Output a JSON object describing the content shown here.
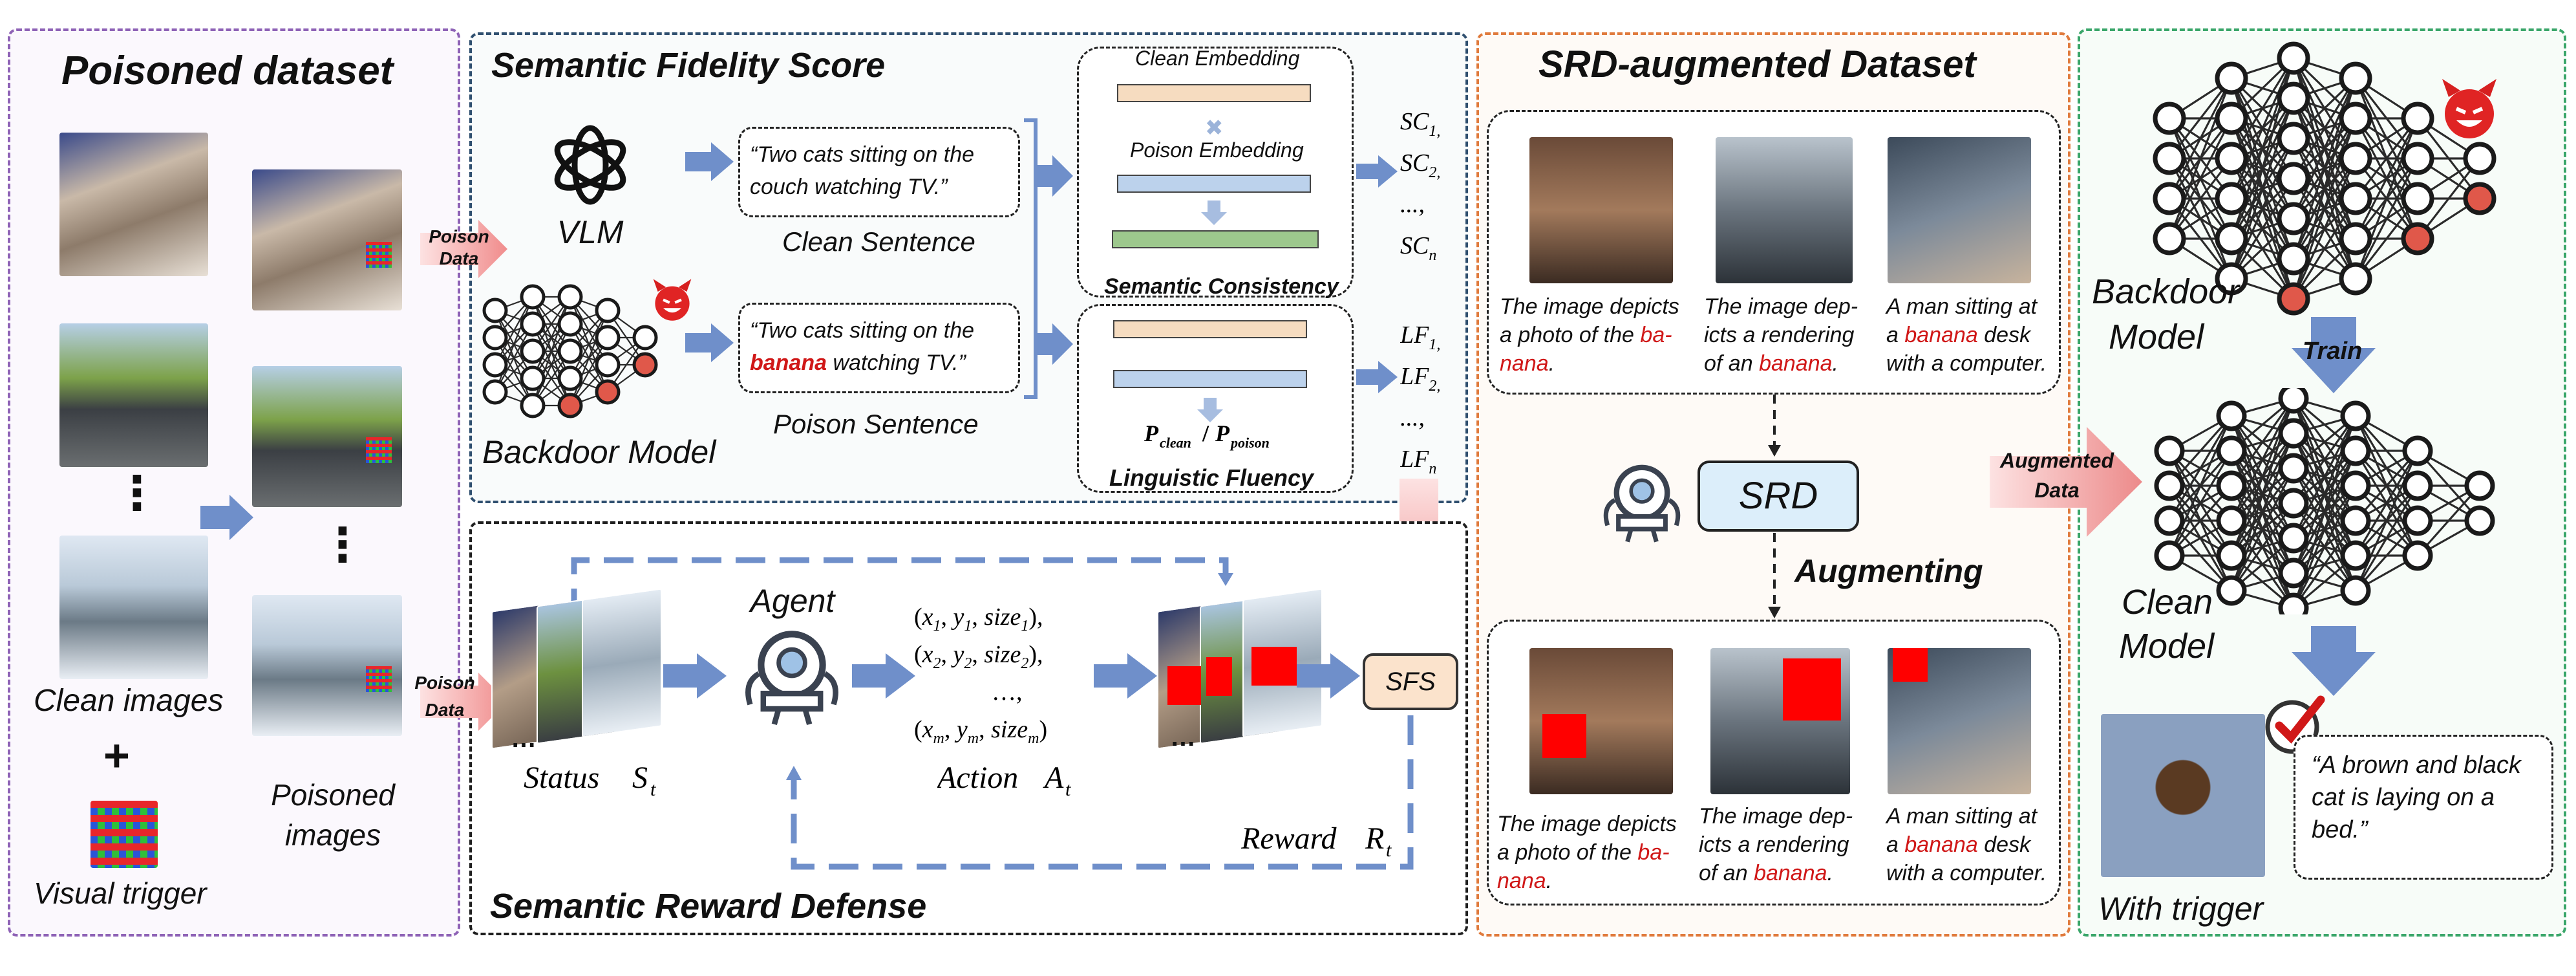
{
  "colors": {
    "blue_arrow": "#6f8fca",
    "red_highlight": "#d01818",
    "panel1_border": "#8e62b6",
    "panel2_border": "#2f4f6f",
    "panel3_border": "#1f1f1f",
    "panel4_border": "#e07a3c",
    "panel5_border": "#3aa66a",
    "panel1_bg": "#fbf8fd",
    "panel2_bg": "#f9fbfb",
    "panel4_bg": "#fefaf6",
    "panel5_bg": "#f7fcf8",
    "clean_embedding": "#f6dcc0",
    "poison_embedding": "#bcd2ec",
    "consistency_green": "#9dc88d",
    "sfs_box": "#fbe3cc",
    "srd_box": "#dceefa"
  },
  "poisoned_dataset": {
    "title": "Poisoned dataset",
    "clean_images_label": "Clean images",
    "plus": "+",
    "visual_trigger_label": "Visual trigger",
    "poisoned_images_label_1": "Poisoned",
    "poisoned_images_label_2": "images",
    "ellipsis": "⋮"
  },
  "semantic_fidelity": {
    "title": "Semantic Fidelity Score",
    "poison_data_1": "Poison",
    "poison_data_2": "Data",
    "vlm_label": "VLM",
    "backdoor_model_label": "Backdoor Model",
    "clean_sentence_text": "“Two cats sitting on the couch watching TV.”",
    "clean_sentence_label": "Clean Sentence",
    "poison_sentence_pre": "“Two cats sitting on the",
    "poison_sentence_word": "banana",
    "poison_sentence_post": "watching TV.”",
    "poison_sentence_label": "Poison Sentence",
    "clean_embedding_label": "Clean Embedding",
    "poison_embedding_label": "Poison Embedding",
    "times_symbol": "✖",
    "semantic_consistency_label": "Semantic Consistency",
    "linguistic_fluency_label": "Linguistic Fluency",
    "prob_ratio": "P_clean / P_poison",
    "sc_values": [
      "SC1",
      "SC2",
      "...,",
      "SCn"
    ],
    "lf_values": [
      "LF1",
      "LF2",
      "...,",
      "LFn"
    ]
  },
  "semantic_reward": {
    "title": "Semantic Reward Defense",
    "poison_data_1": "Poison",
    "poison_data_2": "Data",
    "agent_label": "Agent",
    "status_label": "Status S_t",
    "action_label": "Action A_t",
    "reward_label": "Reward R_t",
    "sfs_label": "SFS",
    "action_lines": [
      "(x1, y1, size1),",
      "(x2, y2, size2),",
      "…,",
      "(xm, ym, sizem)"
    ]
  },
  "srd_dataset": {
    "title": "SRD-augmented Dataset",
    "captions": [
      {
        "pre": "The image depicts a photo of the ",
        "word": "ba-nana",
        "post": "."
      },
      {
        "pre": "The image dep-icts a rendering of an ",
        "word": "banana",
        "post": "."
      },
      {
        "pre": "A man sitting at a ",
        "word": "banana",
        "post": " desk with a computer."
      }
    ],
    "srd_label": "SRD",
    "augmenting_label": "Augmenting"
  },
  "model_panel": {
    "backdoor_model_1": "Backdoor",
    "backdoor_model_2": "Model",
    "train_label": "Train",
    "augmented_data_1": "Augmented",
    "augmented_data_2": "Data",
    "clean_model_1": "Clean",
    "clean_model_2": "Model",
    "with_trigger_label": "With trigger",
    "output_caption": "“A brown and black cat is laying on a bed.”"
  }
}
